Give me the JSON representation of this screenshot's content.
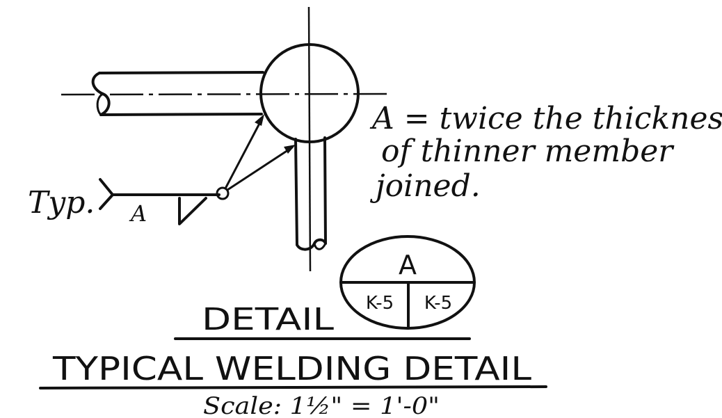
{
  "note": {
    "line1": "A = twice the thicknes",
    "line2": "of thinner member",
    "line3": "joined."
  },
  "weld_symbol": {
    "tail_label": "Typ.",
    "size_label": "A"
  },
  "detail_bubble": {
    "letter": "A",
    "sheet_left": "K-5",
    "sheet_right": "K-5"
  },
  "titles": {
    "detail": "DETAIL",
    "main": "TYPICAL WELDING DETAIL",
    "scale": "Scale: 1½\" = 1'-0\""
  },
  "colors": {
    "ink": "#111111",
    "paper": "#ffffff"
  }
}
